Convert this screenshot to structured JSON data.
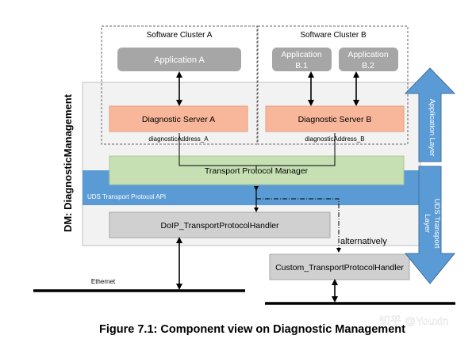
{
  "diagram": {
    "cluster_a_title": "Software Cluster A",
    "cluster_b_title": "Software Cluster B",
    "application_a": "Application A",
    "application_b1_line1": "Application",
    "application_b1_line2": "B.1",
    "application_b2_line1": "Application",
    "application_b2_line2": "B.2",
    "diag_server_a": "Diagnostic Server A",
    "diag_server_b": "Diagnostic Server B",
    "diag_address_a": "diagnosticAddress_A",
    "diag_address_b": "diagnosticAddress_B",
    "tpm": "Transport Protocol Manager",
    "uds_api": "UDS Transport Protocol API",
    "doip": "DoIP_TransportProtocolHandler",
    "alternatively": "alternatively",
    "custom": "Custom_TransportProtocolHandler",
    "ethernet": "Ethernet",
    "dm_label": "DM: DiagnosticManagement",
    "app_layer": "Application Layer",
    "uds_layer_line1": "UDS Transport",
    "uds_layer_line2": "Layer"
  },
  "caption": "Figure 7.1: Component view on Diagnostic Management",
  "watermark": "知乎 @Youxin",
  "colors": {
    "orange": "#f8b79a",
    "gray_box": "#bfbfbf",
    "green": "#c6e0b4",
    "blue_band": "#5b9bd5",
    "arrow_blue": "#5b9bd5",
    "dm_bg": "#f2f2f2"
  }
}
